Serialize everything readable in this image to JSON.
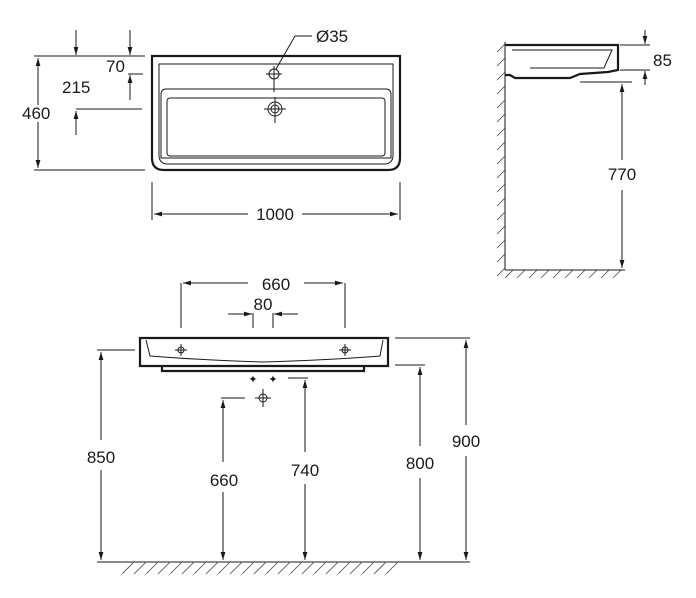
{
  "top_view": {
    "depth": "460",
    "tap_offset": "215",
    "rim_offset": "70",
    "hole_diameter": "Ø35",
    "width": "1000"
  },
  "side_view": {
    "rim_height": "85",
    "mount_height": "770"
  },
  "front_view": {
    "bracket_spacing": "660",
    "tap_spacing": "80",
    "bracket_height": "850",
    "drain_height": "660",
    "supply_height": "740",
    "underside_height": "800",
    "top_height": "900"
  }
}
